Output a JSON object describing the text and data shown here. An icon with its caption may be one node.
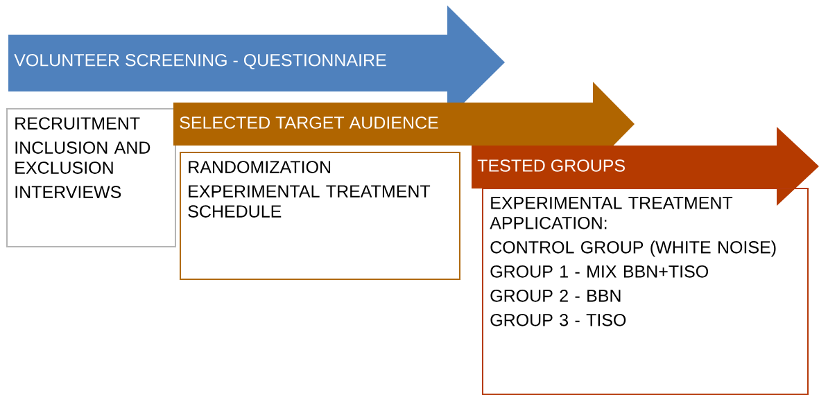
{
  "diagram": {
    "nodes": [
      {
        "text": [
          "VOLUNTEER SCREENING - QUESTIONNAIRE"
        ]
      },
      {
        "text": [
          "RECRUITMENT",
          "INCLUSION AND EXCLUSION",
          "INTERVIEWS"
        ]
      },
      {
        "text": [
          "SELECTED TARGET AUDIENCE"
        ]
      },
      {
        "text": [
          "RANDOMIZATION",
          "EXPERIMENTAL TREATMENT SCHEDULE"
        ]
      },
      {
        "text": [
          "TESTED GROUPS"
        ]
      },
      {
        "text": [
          "EXPERIMENTAL TREATMENT APPLICATION:",
          "CONTROL GROUP (WHITE NOISE)",
          "GROUP 1 - MIX BBN+TISO",
          "GROUP 2 - BBN",
          "GROUP 3 - TISO"
        ]
      }
    ]
  }
}
